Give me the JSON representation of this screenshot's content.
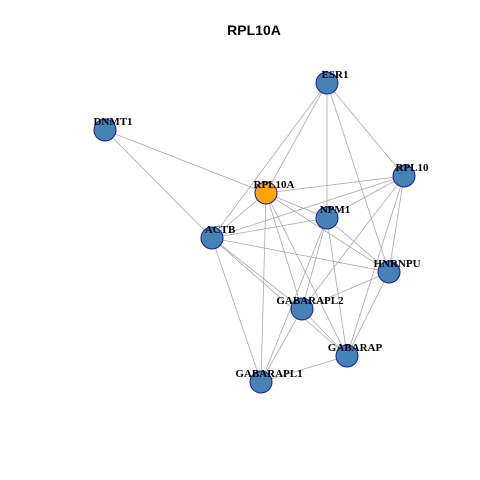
{
  "title": "RPL10A",
  "colors": {
    "default_node": "#4682b4",
    "highlight_node": "#ffa500",
    "node_border": "#1a1aa6",
    "edge": "#aaaaaa"
  },
  "nodes": [
    {
      "id": "ESR1",
      "label": "ESR1",
      "highlight": false
    },
    {
      "id": "DNMT1",
      "label": "DNMT1",
      "highlight": false
    },
    {
      "id": "RPL10",
      "label": "RPL10",
      "highlight": false
    },
    {
      "id": "RPL10A",
      "label": "RPL10A",
      "highlight": true
    },
    {
      "id": "NPM1",
      "label": "NPM1",
      "highlight": false
    },
    {
      "id": "ACTB",
      "label": "ACTB",
      "highlight": false
    },
    {
      "id": "HNRNPU",
      "label": "HNRNPU",
      "highlight": false
    },
    {
      "id": "GABARAPL2",
      "label": "GABARAPL2",
      "highlight": false
    },
    {
      "id": "GABARAP",
      "label": "GABARAP",
      "highlight": false
    },
    {
      "id": "GABARAPL1",
      "label": "GABARAPL1",
      "highlight": false
    }
  ],
  "edges": [
    [
      "ESR1",
      "RPL10A"
    ],
    [
      "ESR1",
      "ACTB"
    ],
    [
      "ESR1",
      "NPM1"
    ],
    [
      "ESR1",
      "RPL10"
    ],
    [
      "ESR1",
      "HNRNPU"
    ],
    [
      "DNMT1",
      "ACTB"
    ],
    [
      "DNMT1",
      "RPL10A"
    ],
    [
      "RPL10A",
      "RPL10"
    ],
    [
      "RPL10A",
      "NPM1"
    ],
    [
      "RPL10A",
      "HNRNPU"
    ],
    [
      "RPL10A",
      "ACTB"
    ],
    [
      "RPL10A",
      "GABARAPL2"
    ],
    [
      "RPL10A",
      "GABARAP"
    ],
    [
      "RPL10A",
      "GABARAPL1"
    ],
    [
      "RPL10",
      "NPM1"
    ],
    [
      "RPL10",
      "ACTB"
    ],
    [
      "RPL10",
      "GABARAPL2"
    ],
    [
      "RPL10",
      "GABARAP"
    ],
    [
      "RPL10",
      "HNRNPU"
    ],
    [
      "NPM1",
      "ACTB"
    ],
    [
      "NPM1",
      "GABARAPL2"
    ],
    [
      "NPM1",
      "GABARAP"
    ],
    [
      "NPM1",
      "HNRNPU"
    ],
    [
      "NPM1",
      "GABARAPL1"
    ],
    [
      "ACTB",
      "GABARAPL2"
    ],
    [
      "ACTB",
      "GABARAP"
    ],
    [
      "ACTB",
      "GABARAPL1"
    ],
    [
      "ACTB",
      "HNRNPU"
    ],
    [
      "HNRNPU",
      "GABARAPL2"
    ],
    [
      "HNRNPU",
      "GABARAP"
    ],
    [
      "GABARAPL2",
      "GABARAP"
    ],
    [
      "GABARAPL2",
      "GABARAPL1"
    ],
    [
      "GABARAP",
      "GABARAPL1"
    ]
  ]
}
